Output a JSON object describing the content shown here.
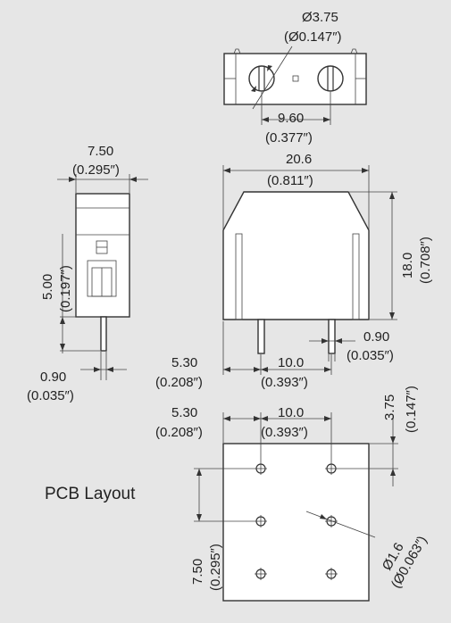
{
  "top_view": {
    "hole_dia": "Ø3.75",
    "hole_dia_in": "(Ø0.147″)",
    "pitch": "9.60",
    "pitch_in": "(0.377″)"
  },
  "side_view": {
    "width": "7.50",
    "width_in": "(0.295″)",
    "pitch": "5.00",
    "pitch_in": "(0.197″)",
    "pin": "0.90",
    "pin_in": "(0.035″)"
  },
  "front_view": {
    "width": "20.6",
    "width_in": "(0.811″)",
    "height": "18.0",
    "height_in": "(0.708″)",
    "pin": "0.90",
    "pin_in": "(0.035″)",
    "offset": "5.30",
    "offset_in": "(0.208″)",
    "pitch": "10.0",
    "pitch_in": "(0.393″)"
  },
  "pcb": {
    "title": "PCB Layout",
    "offset": "5.30",
    "offset_in": "(0.208″)",
    "pitch": "10.0",
    "pitch_in": "(0.393″)",
    "top": "3.75",
    "top_in": "(0.147″)",
    "row_pitch": "7.50",
    "row_pitch_in": "(0.295″)",
    "hole": "Ø1.6",
    "hole_in": "(Ø0.063″)"
  }
}
